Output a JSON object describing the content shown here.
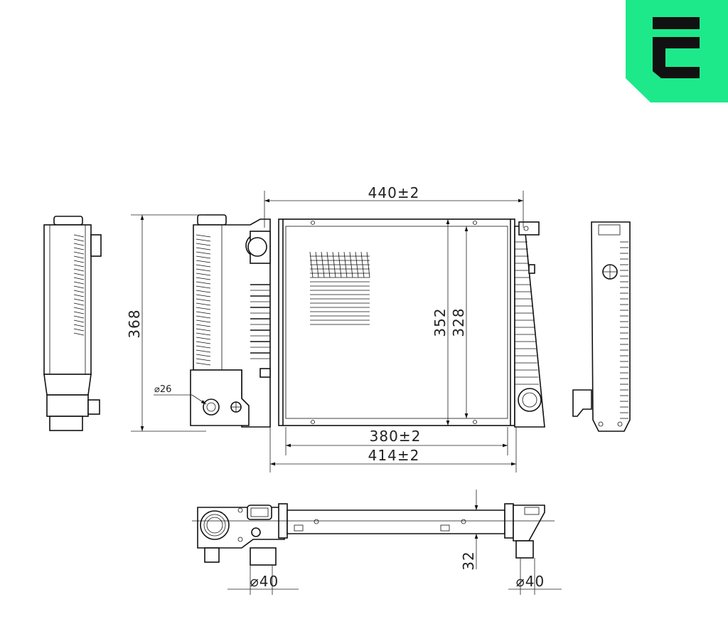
{
  "logo": {
    "name": "brand-logo",
    "letter": "E",
    "color": "#1de98b"
  },
  "dimensions": {
    "overall_width": "440±2",
    "overall_height": "368",
    "core_height_outer": "352",
    "core_height_inner": "328",
    "core_width": "380±2",
    "tank_width": "414±2",
    "small_port_diameter": "⌀26",
    "depth": "32",
    "inlet_diameter": "⌀40",
    "outlet_diameter": "⌀40"
  }
}
